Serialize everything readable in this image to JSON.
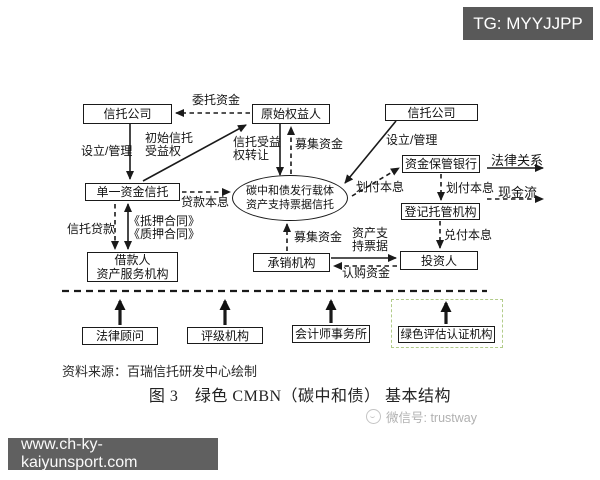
{
  "badges": {
    "tg": "TG: MYYJJPP",
    "watermark_url": "www.ch-ky-kaiyunsport.com",
    "wechat": "微信号: trustway"
  },
  "caption": {
    "source": "资料来源：百瑞信托研发中心绘制",
    "figure_title": "图 3　绿色 CMBN（碳中和债） 基本结构"
  },
  "legend": {
    "legal_relation": "法律关系",
    "cash_flow": "现金流"
  },
  "nodes": {
    "trust_co_left": "信托公司",
    "originator": "原始权益人",
    "trust_co_right": "信托公司",
    "single_fund_trust": "单一资金信托",
    "spv": "碳中和债发行载体\n资产支持票据信托",
    "custody_bank": "资金保管银行",
    "registrar": "登记托管机构",
    "borrower": "借款人\n资产服务机构",
    "underwriter": "承销机构",
    "investor": "投资人",
    "legal_advisor": "法律顾问",
    "rating_agency": "评级机构",
    "accounting_firm": "会计师事务所",
    "green_cert": "绿色评估认证机构"
  },
  "edges": {
    "entrust_funds": "委托资金",
    "setup_manage_left": "设立/管理",
    "initial_benefit": "初始信托\n受益权",
    "benefit_transfer": "信托受益\n权转让",
    "raise_funds_top": "募集资金",
    "setup_manage_right": "设立/管理",
    "transfer_pi_diag": "划付本息",
    "transfer_pi_vert": "划付本息",
    "loan_pi": "贷款本息",
    "trust_loan": "信托贷款",
    "contracts": "《抵押合同》\n《质押合同》",
    "raise_funds_bottom": "募集资金",
    "abn_notes": "资产支\n持票据",
    "redeem_pi": "兑付本息",
    "subscribe_funds": "认购资金"
  },
  "colors": {
    "line": "#1a1a1a",
    "green_accent": "#b2cc8a",
    "badge_bg": "#595959",
    "banner_bg": "#606060",
    "muted_text": "#b1b1b1"
  }
}
